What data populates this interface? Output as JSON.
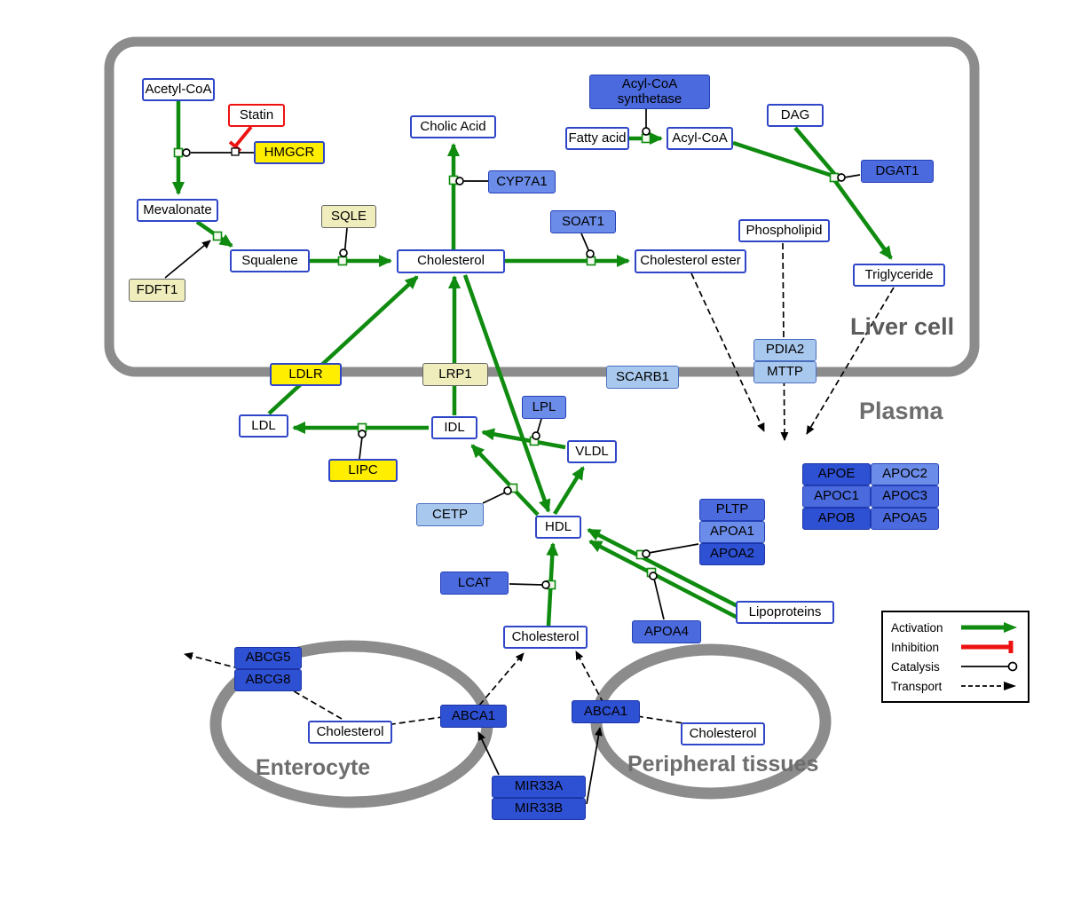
{
  "compartments": {
    "liver": "Liver cell",
    "plasma": "Plasma",
    "enterocyte": "Enterocyte",
    "peripheral": "Peripheral tissues"
  },
  "nodes": {
    "acetyl_coa": "Acetyl-CoA",
    "statin": "Statin",
    "hmgcr": "HMGCR",
    "mevalonate": "Mevalonate",
    "sqle": "SQLE",
    "fdft1": "FDFT1",
    "squalene": "Squalene",
    "cholesterol_liver": "Cholesterol",
    "cholic_acid": "Cholic Acid",
    "cyp7a1": "CYP7A1",
    "soat1": "SOAT1",
    "cholesterol_ester": "Cholesterol ester",
    "acyl_coa_synthetase": "Acyl-CoA synthetase",
    "fatty_acid": "Fatty acid",
    "acyl_coa": "Acyl-CoA",
    "dag": "DAG",
    "dgat1": "DGAT1",
    "phospholipid": "Phospholipid",
    "triglyceride": "Triglyceride",
    "pdia2": "PDIA2",
    "mttp": "MTTP",
    "ldlr": "LDLR",
    "lrp1": "LRP1",
    "scarb1": "SCARB1",
    "ldl": "LDL",
    "idl": "IDL",
    "lpl": "LPL",
    "vldl": "VLDL",
    "lipc": "LIPC",
    "cetp": "CETP",
    "hdl": "HDL",
    "pltp": "PLTP",
    "apoa1": "APOA1",
    "apoa2": "APOA2",
    "apoe": "APOE",
    "apoc2": "APOC2",
    "apoc1": "APOC1",
    "apoc3": "APOC3",
    "apob": "APOB",
    "apoa5": "APOA5",
    "lcat": "LCAT",
    "apoa4": "APOA4",
    "lipoproteins": "Lipoproteins",
    "cholesterol_plasma": "Cholesterol",
    "abcg5": "ABCG5",
    "abcg8": "ABCG8",
    "cholesterol_enterocyte": "Cholesterol",
    "abca1_enterocyte": "ABCA1",
    "abca1_peripheral": "ABCA1",
    "cholesterol_peripheral": "Cholesterol",
    "mir33a": "MIR33A",
    "mir33b": "MIR33B"
  },
  "legend": {
    "activation": "Activation",
    "inhibition": "Inhibition",
    "catalysis": "Catalysis",
    "transport": "Transport"
  },
  "colors": {
    "activation": "#0f8b0f",
    "inhibition": "#ee1111",
    "gene_blue": "#4a6ade",
    "gene_yellow": "#ffee00",
    "metabolite_border": "#2f46c8",
    "membrane": "#8c8c8c"
  }
}
